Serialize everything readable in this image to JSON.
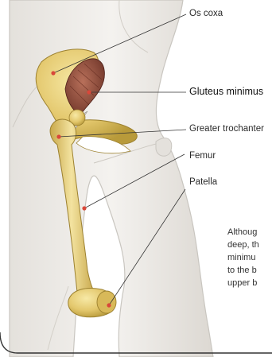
{
  "labels": {
    "os_coxa": "Os coxa",
    "gluteus_minimus": "Gluteus minimus",
    "greater_trochanter": "Greater trochanter",
    "femur": "Femur",
    "patella": "Patella"
  },
  "caption": {
    "lines": [
      "Althoug",
      "deep, th",
      "minimu",
      "to the b",
      "upper b"
    ]
  },
  "colors": {
    "bone": "#e3c76c",
    "bone_shade": "#b89a3a",
    "muscle": "#8a4636",
    "pointer_dot": "#d9473a",
    "body_outline": "#c9c6c0",
    "body_fill": "#efedea"
  }
}
